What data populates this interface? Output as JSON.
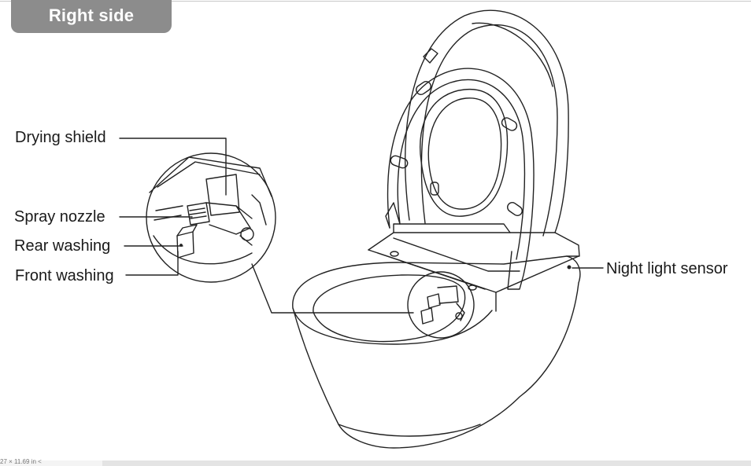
{
  "badge": {
    "text": "Right side"
  },
  "labels": {
    "drying_shield": "Drying shield",
    "spray_nozzle": "Spray nozzle",
    "rear_washing": "Rear washing",
    "front_washing": "Front washing",
    "night_light_sensor": "Night light sensor"
  },
  "colors": {
    "badge_bg": "#8c8c8c",
    "badge_text": "#ffffff",
    "line": "#222222"
  },
  "status_bar": {
    "text": "27 × 11.69 in   <"
  }
}
